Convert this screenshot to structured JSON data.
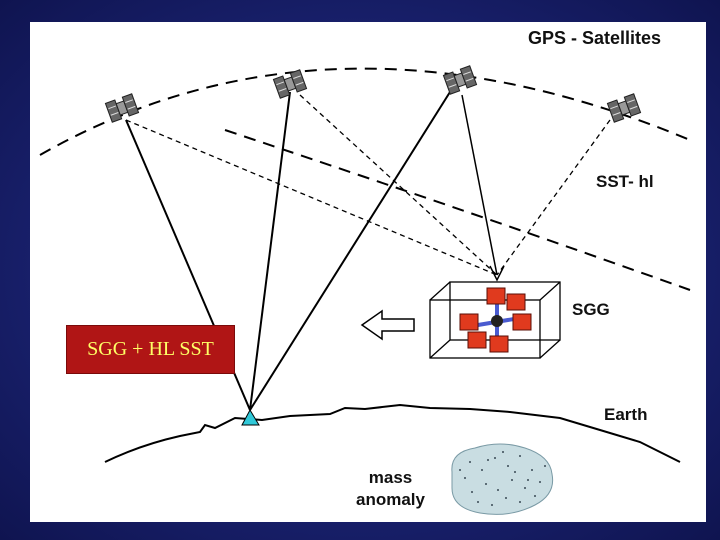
{
  "labels": {
    "gps_satellites": "GPS - Satellites",
    "sst_hl": "SST- hl",
    "sgg": "SGG",
    "earth": "Earth",
    "mass_anomaly_line1": "mass",
    "mass_anomaly_line2": "anomaly"
  },
  "result_box": {
    "text": "SGG + HL SST"
  },
  "colors": {
    "background": "#1a2270",
    "slide": "#ffffff",
    "result_box_fill": "#b01515",
    "result_box_text": "#ffff66",
    "gradiometer_cubes": "#e03a1e",
    "gradiometer_core": "#4a5bd0",
    "ground_station": "#30c8d8",
    "mass_anomaly": "#b8d0d8"
  },
  "icons": [
    "satellite-icon",
    "satellite-icon",
    "satellite-icon",
    "satellite-icon",
    "ground-station-icon",
    "gradiometer-icon",
    "arrow-left-icon"
  ]
}
